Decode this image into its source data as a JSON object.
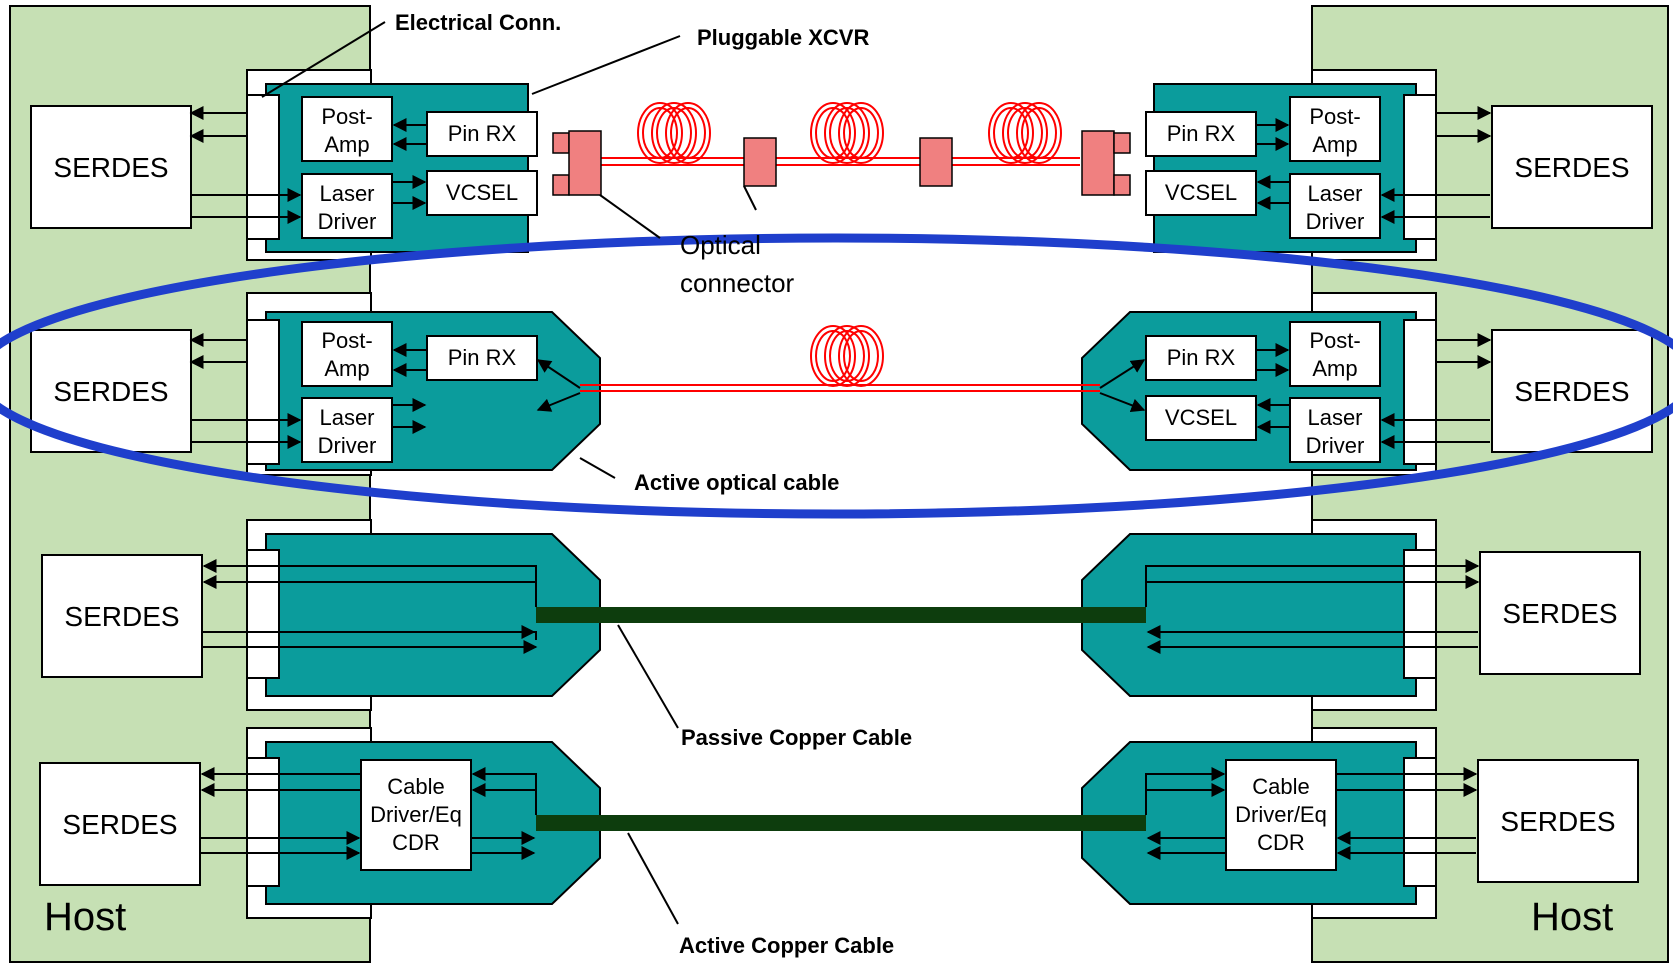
{
  "host_left": "Host",
  "host_right": "Host",
  "serdes": "SERDES",
  "post_amp": [
    "Post-",
    "Amp"
  ],
  "laser_driver": [
    "Laser",
    "Driver"
  ],
  "pin_rx": "Pin RX",
  "vcsel": "VCSEL",
  "cable_driver": [
    "Cable",
    "Driver/Eq",
    "CDR"
  ],
  "annotations": {
    "electrical_conn": "Electrical Conn.",
    "pluggable_xcvr": "Pluggable XCVR",
    "optical_connector": [
      "Optical",
      "connector"
    ],
    "active_optical_cable": "Active optical cable",
    "passive_copper_cable": "Passive Copper Cable",
    "active_copper_cable": "Active Copper Cable"
  },
  "colors": {
    "host": "#c6e0b4",
    "module": "#0b9c9c",
    "fiber": "#ff0000",
    "connector": "#f08080",
    "copper": "#0d3d0d",
    "highlight": "#1f3fcc"
  }
}
